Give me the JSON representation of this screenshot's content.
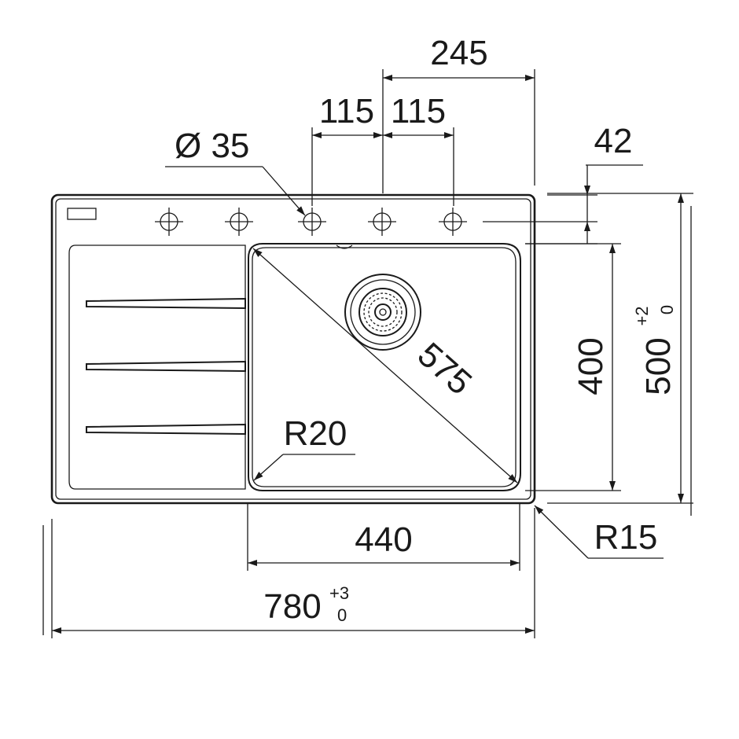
{
  "dimensions": {
    "total_width": {
      "value": "780",
      "tol_plus": "+3",
      "tol_minus": "0"
    },
    "total_depth": {
      "value": "500",
      "tol_plus": "+2",
      "tol_minus": "0"
    },
    "bowl_width": "440",
    "bowl_depth": "400",
    "bowl_diagonal": "575",
    "bowl_radius": "R20",
    "corner_radius": "R15",
    "hole_diameter": "Ø 35",
    "hole_spacing_left": "115",
    "hole_spacing_right": "115",
    "hole_offset_to_edge": "245",
    "hole_row_to_bowl": "42"
  },
  "colors": {
    "line": "#1a1a1a",
    "background": "#ffffff"
  }
}
